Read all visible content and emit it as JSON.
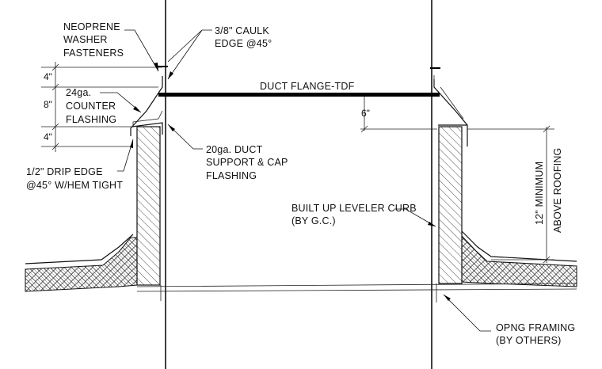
{
  "labels": {
    "neoprene_1": "NEOPRENE",
    "neoprene_2": "WASHER",
    "neoprene_3": "FASTENERS",
    "caulk_1": "3/8\" CAULK",
    "caulk_2": "EDGE @45°",
    "counter_1": "24ga.",
    "counter_2": "COUNTER",
    "counter_3": "FLASHING",
    "duct_flange": "DUCT FLANGE-TDF",
    "drip_1": "1/2\" DRIP EDGE",
    "drip_2": "@45° W/HEM TIGHT",
    "support_1": "20ga. DUCT",
    "support_2": "SUPPORT & CAP",
    "support_3": "FLASHING",
    "curb_1": "BUILT UP LEVELER CURB",
    "curb_2": "(BY G.C.)",
    "min_1": "12\" MINIMUM",
    "min_2": "ABOVE ROOFING",
    "framing_1": "OPNG FRAMING",
    "framing_2": "(BY OTHERS)"
  },
  "dimensions": {
    "d4_top": "4\"",
    "d8": "8\"",
    "d4_bottom": "4\"",
    "d6": "6\""
  }
}
